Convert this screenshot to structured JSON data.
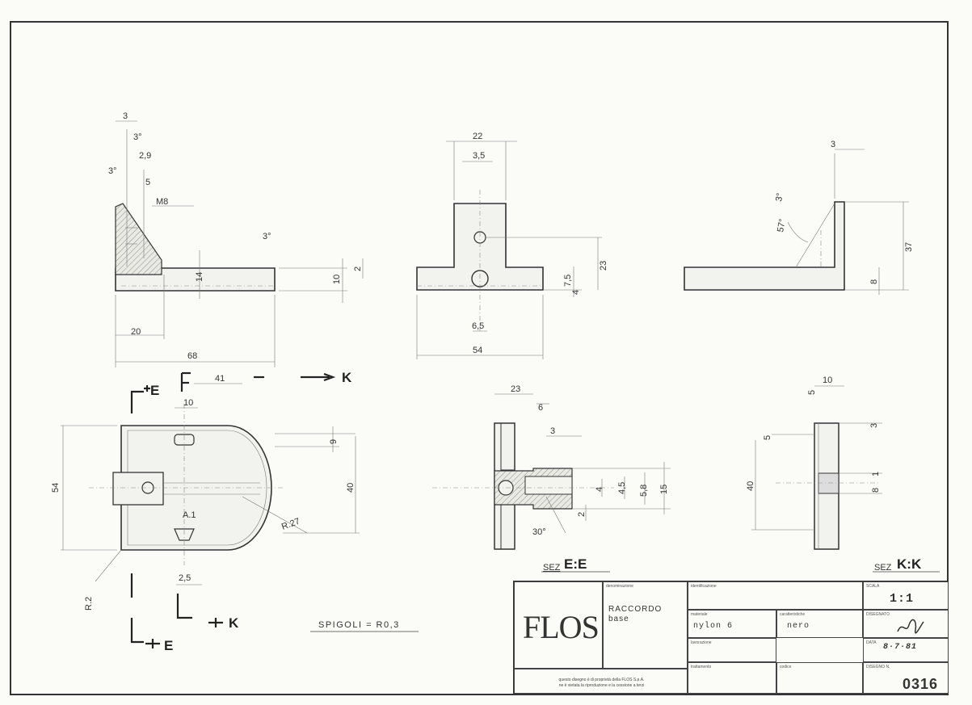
{
  "title_block": {
    "logo": "FLOS",
    "denominazione_label": "denominazione",
    "name_line1": "RACCORDO",
    "name_line2": "base",
    "identificazione_label": "identificazione",
    "materiale_label": "materiale",
    "materiale": "nylon 6",
    "caratteristiche_label": "caratteristiche",
    "caratteristiche": "nero",
    "lavorazione_label": "lavorazione",
    "trattamento_label": "trattamento",
    "codice_label": "codice",
    "scala_label": "SCALA",
    "scala": "1:1",
    "disegnato_label": "DISEGNATO",
    "data_label": "DATA",
    "data": "8·7·81",
    "disegno_label": "DISEGNO N.",
    "disegno": "0316",
    "notice_line1": "questo disegno è di proprietà della FLOS S.p.A.",
    "notice_line2": "ne è vietata la riproduzione e la cessione a terzi"
  },
  "notes": {
    "spigoli": "SPIGOLI = R0,3",
    "sez_ee_prefix": "SEZ",
    "sez_ee": "E:E",
    "sez_kk_prefix": "SEZ",
    "sez_kk": "K:K"
  },
  "section_marks": {
    "e": "E",
    "k": "K",
    "f": "F"
  },
  "dims_side": {
    "d3": "3",
    "d3deg": "3°",
    "d2_9": "2,9",
    "d3deg_b": "3°",
    "d5": "5",
    "m8": "M8",
    "d14": "14",
    "d3deg_c": "3°",
    "d20": "20",
    "d68": "68",
    "d10": "10",
    "d2": "2"
  },
  "dims_front": {
    "d22": "22",
    "d3_5": "3,5",
    "d23": "23",
    "d7_5": "7,5",
    "d4": "4",
    "d6_5": "6,5",
    "d54": "54"
  },
  "dims_right": {
    "d3": "3",
    "d3deg": "3°",
    "d57deg": "57°",
    "d37": "37",
    "d8": "8"
  },
  "dims_plan": {
    "d41": "41",
    "d10": "10",
    "d54": "54",
    "d9": "9",
    "d40": "40",
    "r27": "R.27",
    "a1": "A.1",
    "r2": "R.2",
    "d2_5": "2,5"
  },
  "dims_ee": {
    "d23": "23",
    "d6": "6",
    "d3": "3",
    "d4": "4",
    "d4_5": "4,5",
    "d5_8": "5,8",
    "d15": "15",
    "d2": "2",
    "d30deg": "30°"
  },
  "dims_kk": {
    "d10": "10",
    "d5": "5",
    "d3": "3",
    "d5b": "5",
    "d1": "1",
    "d8": "8",
    "d40": "40"
  }
}
